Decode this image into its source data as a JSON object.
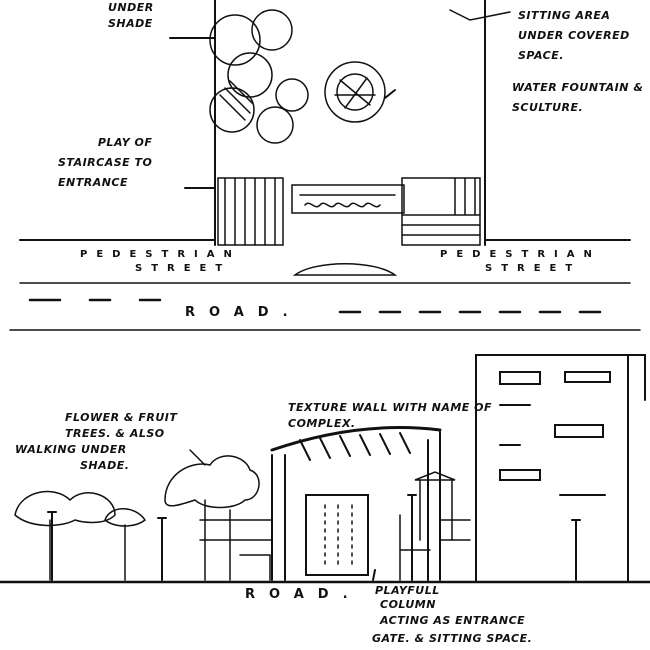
{
  "plan": {
    "under_shade": [
      "UNDER",
      "SHADE"
    ],
    "sitting_area": [
      "SITTING AREA",
      "UNDER COVERED",
      "SPACE."
    ],
    "water_fountain": [
      "WATER FOUNTAIN &",
      "SCULTURE."
    ],
    "staircase": [
      "PLAY OF",
      "STAIRCASE TO",
      "ENTRANCE"
    ],
    "pedestrian_left": [
      "PEDESTRIAN",
      "STREET"
    ],
    "pedestrian_right": [
      "PEDESTRIAN",
      "STREET"
    ],
    "road": "ROAD."
  },
  "elevation": {
    "trees": [
      "FLOWER & FRUIT",
      "TREES. & ALSO",
      "WALKING UNDER",
      "SHADE."
    ],
    "texture_wall": [
      "TEXTURE WALL WITH NAME OF",
      "COMPLEX."
    ],
    "road": "ROAD.",
    "column": [
      "PLAYFULL",
      "COLUMN",
      "ACTING AS ENTRANCE",
      "GATE. & SITTING SPACE."
    ]
  }
}
